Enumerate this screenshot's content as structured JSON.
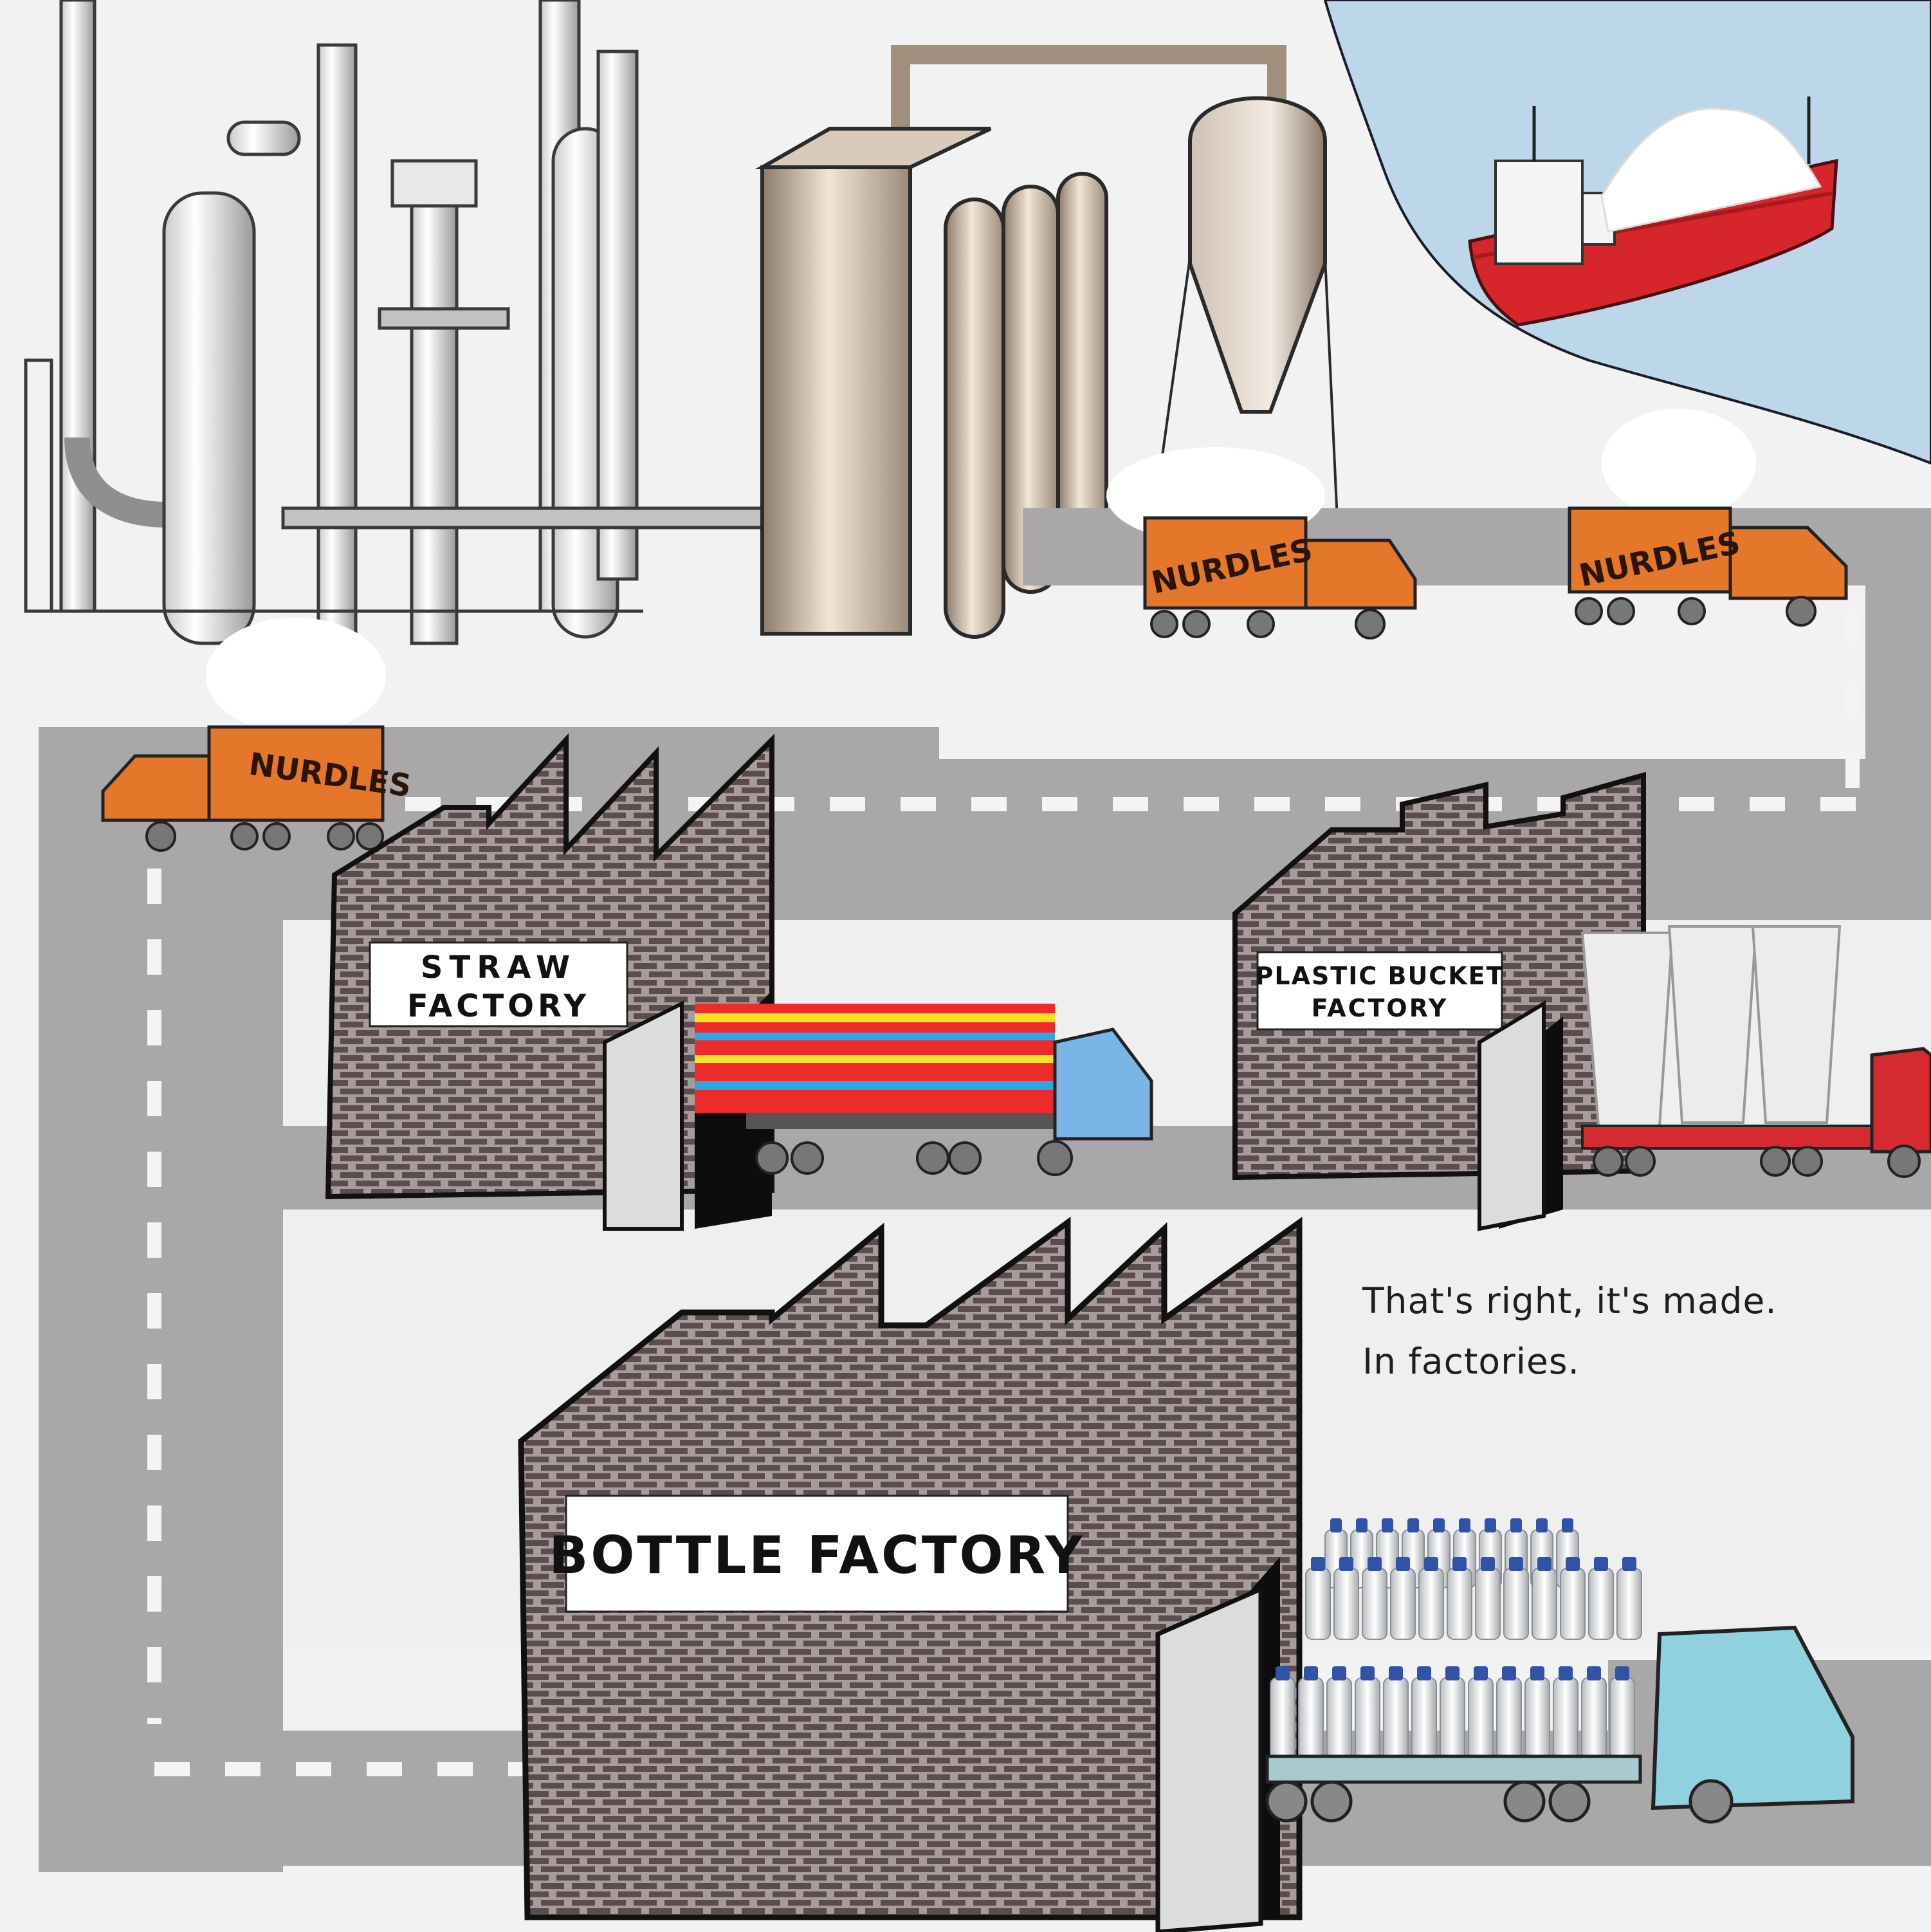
{
  "caption": {
    "line1": "That's right, it's made.",
    "line2": "In factories."
  },
  "signs": {
    "straw_line1": "STRAW",
    "straw_line2": "FACTORY",
    "bucket_line1": "PLASTIC BUCKET",
    "bucket_line2": "FACTORY",
    "bottle": "BOTTLE FACTORY"
  },
  "truck_label": "NURDLES",
  "colors": {
    "background": "#f2f2f2",
    "road": "#a9a7a7",
    "road_dash": "#f4f4f4",
    "sea": "#bcd6ea",
    "brick": "#5b4d4e",
    "brick_light": "#a79b9b",
    "nurdle_truck": "#e5772a",
    "ship_hull": "#d6252b",
    "straw_truck_cab": "#79b6e6",
    "bucket_truck": "#d42a30",
    "bottle_truck_cab": "#8fd1df",
    "bottle_cap": "#3251a8"
  },
  "icons": [
    "refinery-icon",
    "silo-icon",
    "ship-icon",
    "truck-icon",
    "factory-icon",
    "plastic-straws-icon",
    "plastic-bucket-icon",
    "plastic-bottle-icon"
  ]
}
